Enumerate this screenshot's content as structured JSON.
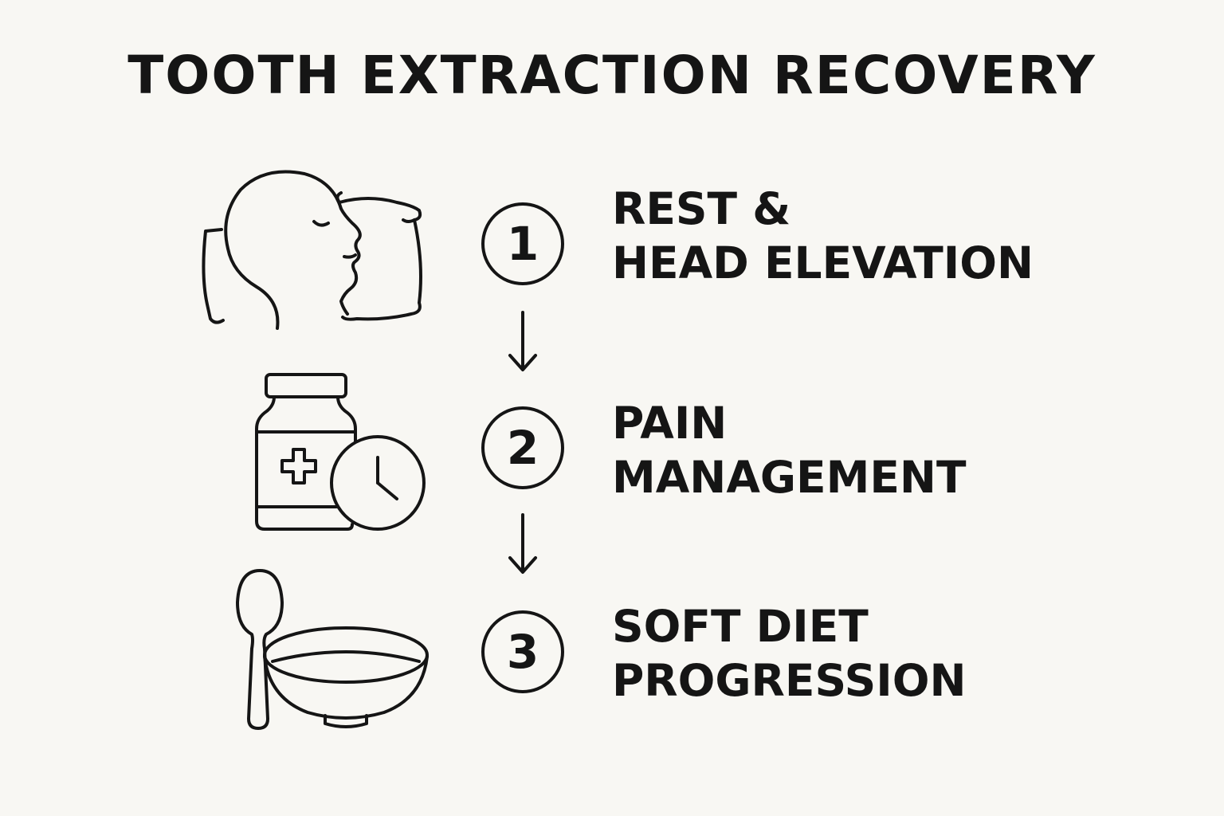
{
  "title": "TOOTH EXTRACTION RECOVERY",
  "steps": [
    {
      "number": "1",
      "label_line1": "REST &",
      "label_line2": "HEAD ELEVATION",
      "icon": "sleeping-head-pillow-icon"
    },
    {
      "number": "2",
      "label_line1": "PAIN",
      "label_line2": "MANAGEMENT",
      "icon": "medicine-bottle-clock-icon"
    },
    {
      "number": "3",
      "label_line1": "SOFT DIET",
      "label_line2": "PROGRESSION",
      "icon": "spoon-bowl-icon"
    }
  ],
  "colors": {
    "background": "#f8f7f3",
    "ink": "#151515"
  }
}
